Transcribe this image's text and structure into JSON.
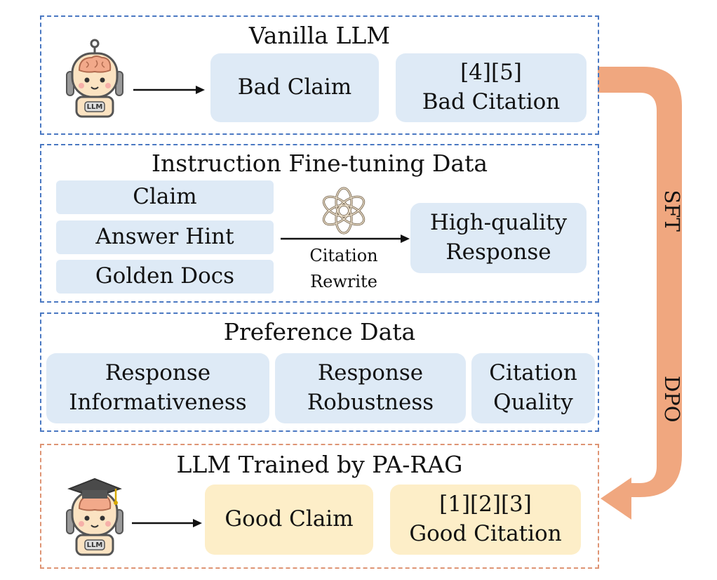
{
  "vanilla": {
    "title": "Vanilla LLM",
    "bad_claim": "Bad Claim",
    "bad_citation_refs": "[4][5]",
    "bad_citation": "Bad Citation",
    "robot_badge": "LLM"
  },
  "instruction": {
    "title": "Instruction Fine-tuning Data",
    "inputs": [
      "Claim",
      "Answer Hint",
      "Golden Docs"
    ],
    "arrow_label_line1": "Citation",
    "arrow_label_line2": "Rewrite",
    "output_line1": "High-quality",
    "output_line2": "Response"
  },
  "preference": {
    "title": "Preference Data",
    "items": [
      {
        "line1": "Response",
        "line2": "Informativeness"
      },
      {
        "line1": "Response",
        "line2": "Robustness"
      },
      {
        "line1": "Citation",
        "line2": "Quality"
      }
    ]
  },
  "trained": {
    "title": "LLM Trained by PA-RAG",
    "good_claim": "Good Claim",
    "good_citation_refs": "[1][2][3]",
    "good_citation": "Good Citation",
    "robot_badge": "LLM"
  },
  "flow": {
    "sft_label": "SFT",
    "dpo_label": "DPO"
  },
  "colors": {
    "panel_blue": "#4a78c2",
    "panel_orange": "#de9474",
    "box_blue": "#deeaf6",
    "box_yellow": "#fdeec8",
    "arrow_blue": "#dce8f5",
    "arrow_orange": "#f0a77f"
  }
}
